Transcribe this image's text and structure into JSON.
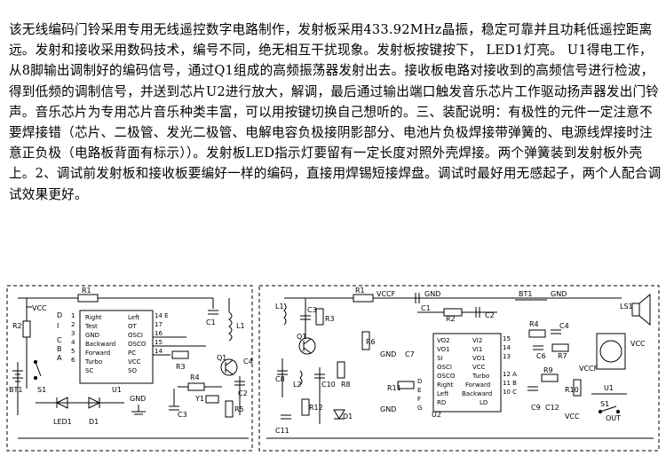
{
  "article": {
    "paragraph": "该无线编码门铃采用专用无线遥控数字电路制作，发射板采用433.92MHz晶振，稳定可靠并且功耗低遥控距离远。发射和接收采用数码技术，编号不同，绝无相互干扰现象。发射板按键按下， LED1灯亮。 U1得电工作，从8脚输出调制好的编码信号，通过Q1组成的高频振荡器发射出去。接收板电路对接收到的高频信号进行检波，得到低频的调制信号，并送到芯片U2进行放大，解调，最后通过输出端口触发音乐芯片工作驱动扬声器发出门铃声。音乐芯片为专用芯片音乐种类丰富，可以用按键切换自己想听的。三、装配说明：有极性的元件一定注意不要焊接错（芯片、二极管、发光二极管、电解电容负极接阴影部分、电池片负极焊接带弹簧的、电源线焊接时注意正负极（电路板背面有标示））。发射板LED指示灯要留有一定长度对照外壳焊接。两个弹簧装到发射板外壳上。2、调试前发射板和接收板要编好一样的编码，直接用焊锡短接焊盘。调试时最好用无感起子，两个人配合调试效果更好。"
  },
  "transmitter": {
    "u1_label": "U1",
    "u1_pins_left": [
      "Right",
      "Test",
      "GND",
      "Backward",
      "Forward",
      "Turbo",
      "SC"
    ],
    "u1_pins_right": [
      "Left",
      "OT",
      "OSCI",
      "OSCO",
      "PC",
      "VCC",
      "SO"
    ],
    "u1_pin_14": "14 E",
    "u1_pin_numbers_right": [
      "17",
      "16",
      "15",
      "14",
      "",
      "",
      ""
    ],
    "left_letters": [
      "D",
      "I",
      "C",
      "B",
      "A"
    ],
    "left_numbers": [
      "1",
      "2",
      "3",
      "4",
      "5",
      "6"
    ],
    "labels": {
      "vcc": "VCC",
      "r1": "R1",
      "r2": "R2",
      "r3": "R3",
      "r4": "R4",
      "r5": "R5",
      "c1": "C1",
      "c2": "C2",
      "c3": "C3",
      "c4": "C4",
      "l1": "L1",
      "q1": "Q1",
      "y1": "Y1",
      "s1": "S1",
      "bt1": "BT1",
      "led1": "LED1",
      "d1": "D1",
      "gnd": "GND"
    }
  },
  "receiver": {
    "u2_label": "U2",
    "u2_pins_left": [
      "VO2",
      "VO1",
      "SI",
      "OSCI",
      "OSCO",
      "Right",
      "Left",
      "RD"
    ],
    "u2_pins_right": [
      "VI2",
      "VI1",
      "VO1",
      "VCC",
      "Turbo",
      "Forward",
      "Backward",
      "LD"
    ],
    "u2_pin_numbers": [
      "15",
      "14",
      "13",
      "12 A",
      "11 B",
      "10 C"
    ],
    "u2_left_letters": [
      "D",
      "E",
      "F",
      "G"
    ],
    "labels": {
      "r1": "R1",
      "r2": "R2",
      "r3": "R3",
      "r4": "R4",
      "r6": "R6",
      "r7": "R7",
      "r8": "R8",
      "r9": "R9",
      "r10": "R10",
      "r11": "R11",
      "r12": "R12",
      "c1": "C1",
      "c2": "C2",
      "c3": "C3",
      "c4": "C4",
      "c6": "C6",
      "c7": "C7",
      "c8": "C8",
      "c9": "C9",
      "c10": "C10",
      "c11": "C11",
      "c12": "C12",
      "vccf": "VCCF",
      "gnd": "GND",
      "bt1": "BT1",
      "ls1": "LS1",
      "l1": "L1",
      "l2": "L2",
      "q1": "Q1",
      "d1": "D1",
      "u1": "U1",
      "s1": "S1",
      "out": "OUT",
      "vcc": "VCC"
    }
  }
}
